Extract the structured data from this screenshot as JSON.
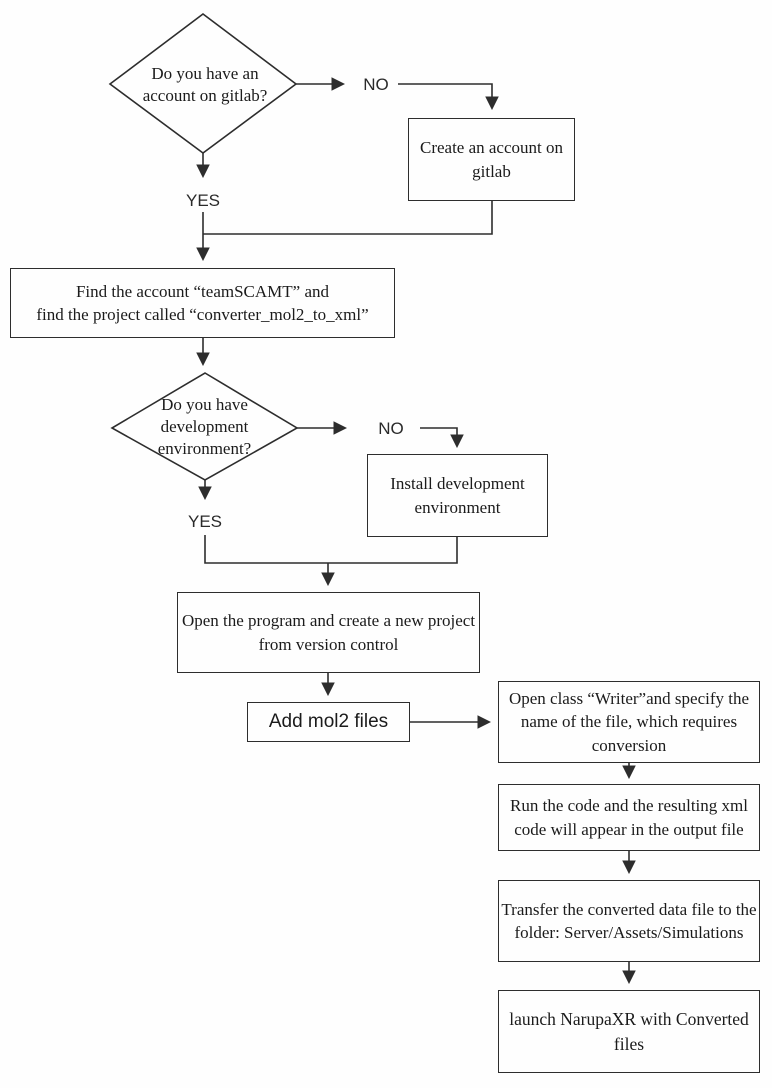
{
  "nodes": {
    "q_account": "Do you have an\naccount on gitlab?",
    "create_account": "Create an account on\ngitlab",
    "find_project": "Find the account “teamSCAMT” and\nfind the project called “converter_mol2_to_xml”",
    "q_environment": "Do you have\ndevelopment\nenvironment?",
    "install_env": "Install development\nenvironment",
    "open_program": "Open the program and create a new project\nfrom version control",
    "add_mol2": "Add mol2 files",
    "open_writer": "Open class “Writer”and specify the\nname of the file, which requires\nconversion",
    "run_code": "Run the code and the resulting xml\ncode will appear in the output file",
    "transfer_file": "Transfer the converted data file to the\nfolder: Server/Assets/Simulations",
    "launch_narupa": "launch NarupaXR with Converted files"
  },
  "labels": {
    "no_account": "NO",
    "yes_account": "YES",
    "no_environment": "NO",
    "yes_environment": "YES"
  },
  "colors": {
    "line": "#2d2d2d",
    "background": "#fefefe",
    "text": "#1b1b1b"
  }
}
